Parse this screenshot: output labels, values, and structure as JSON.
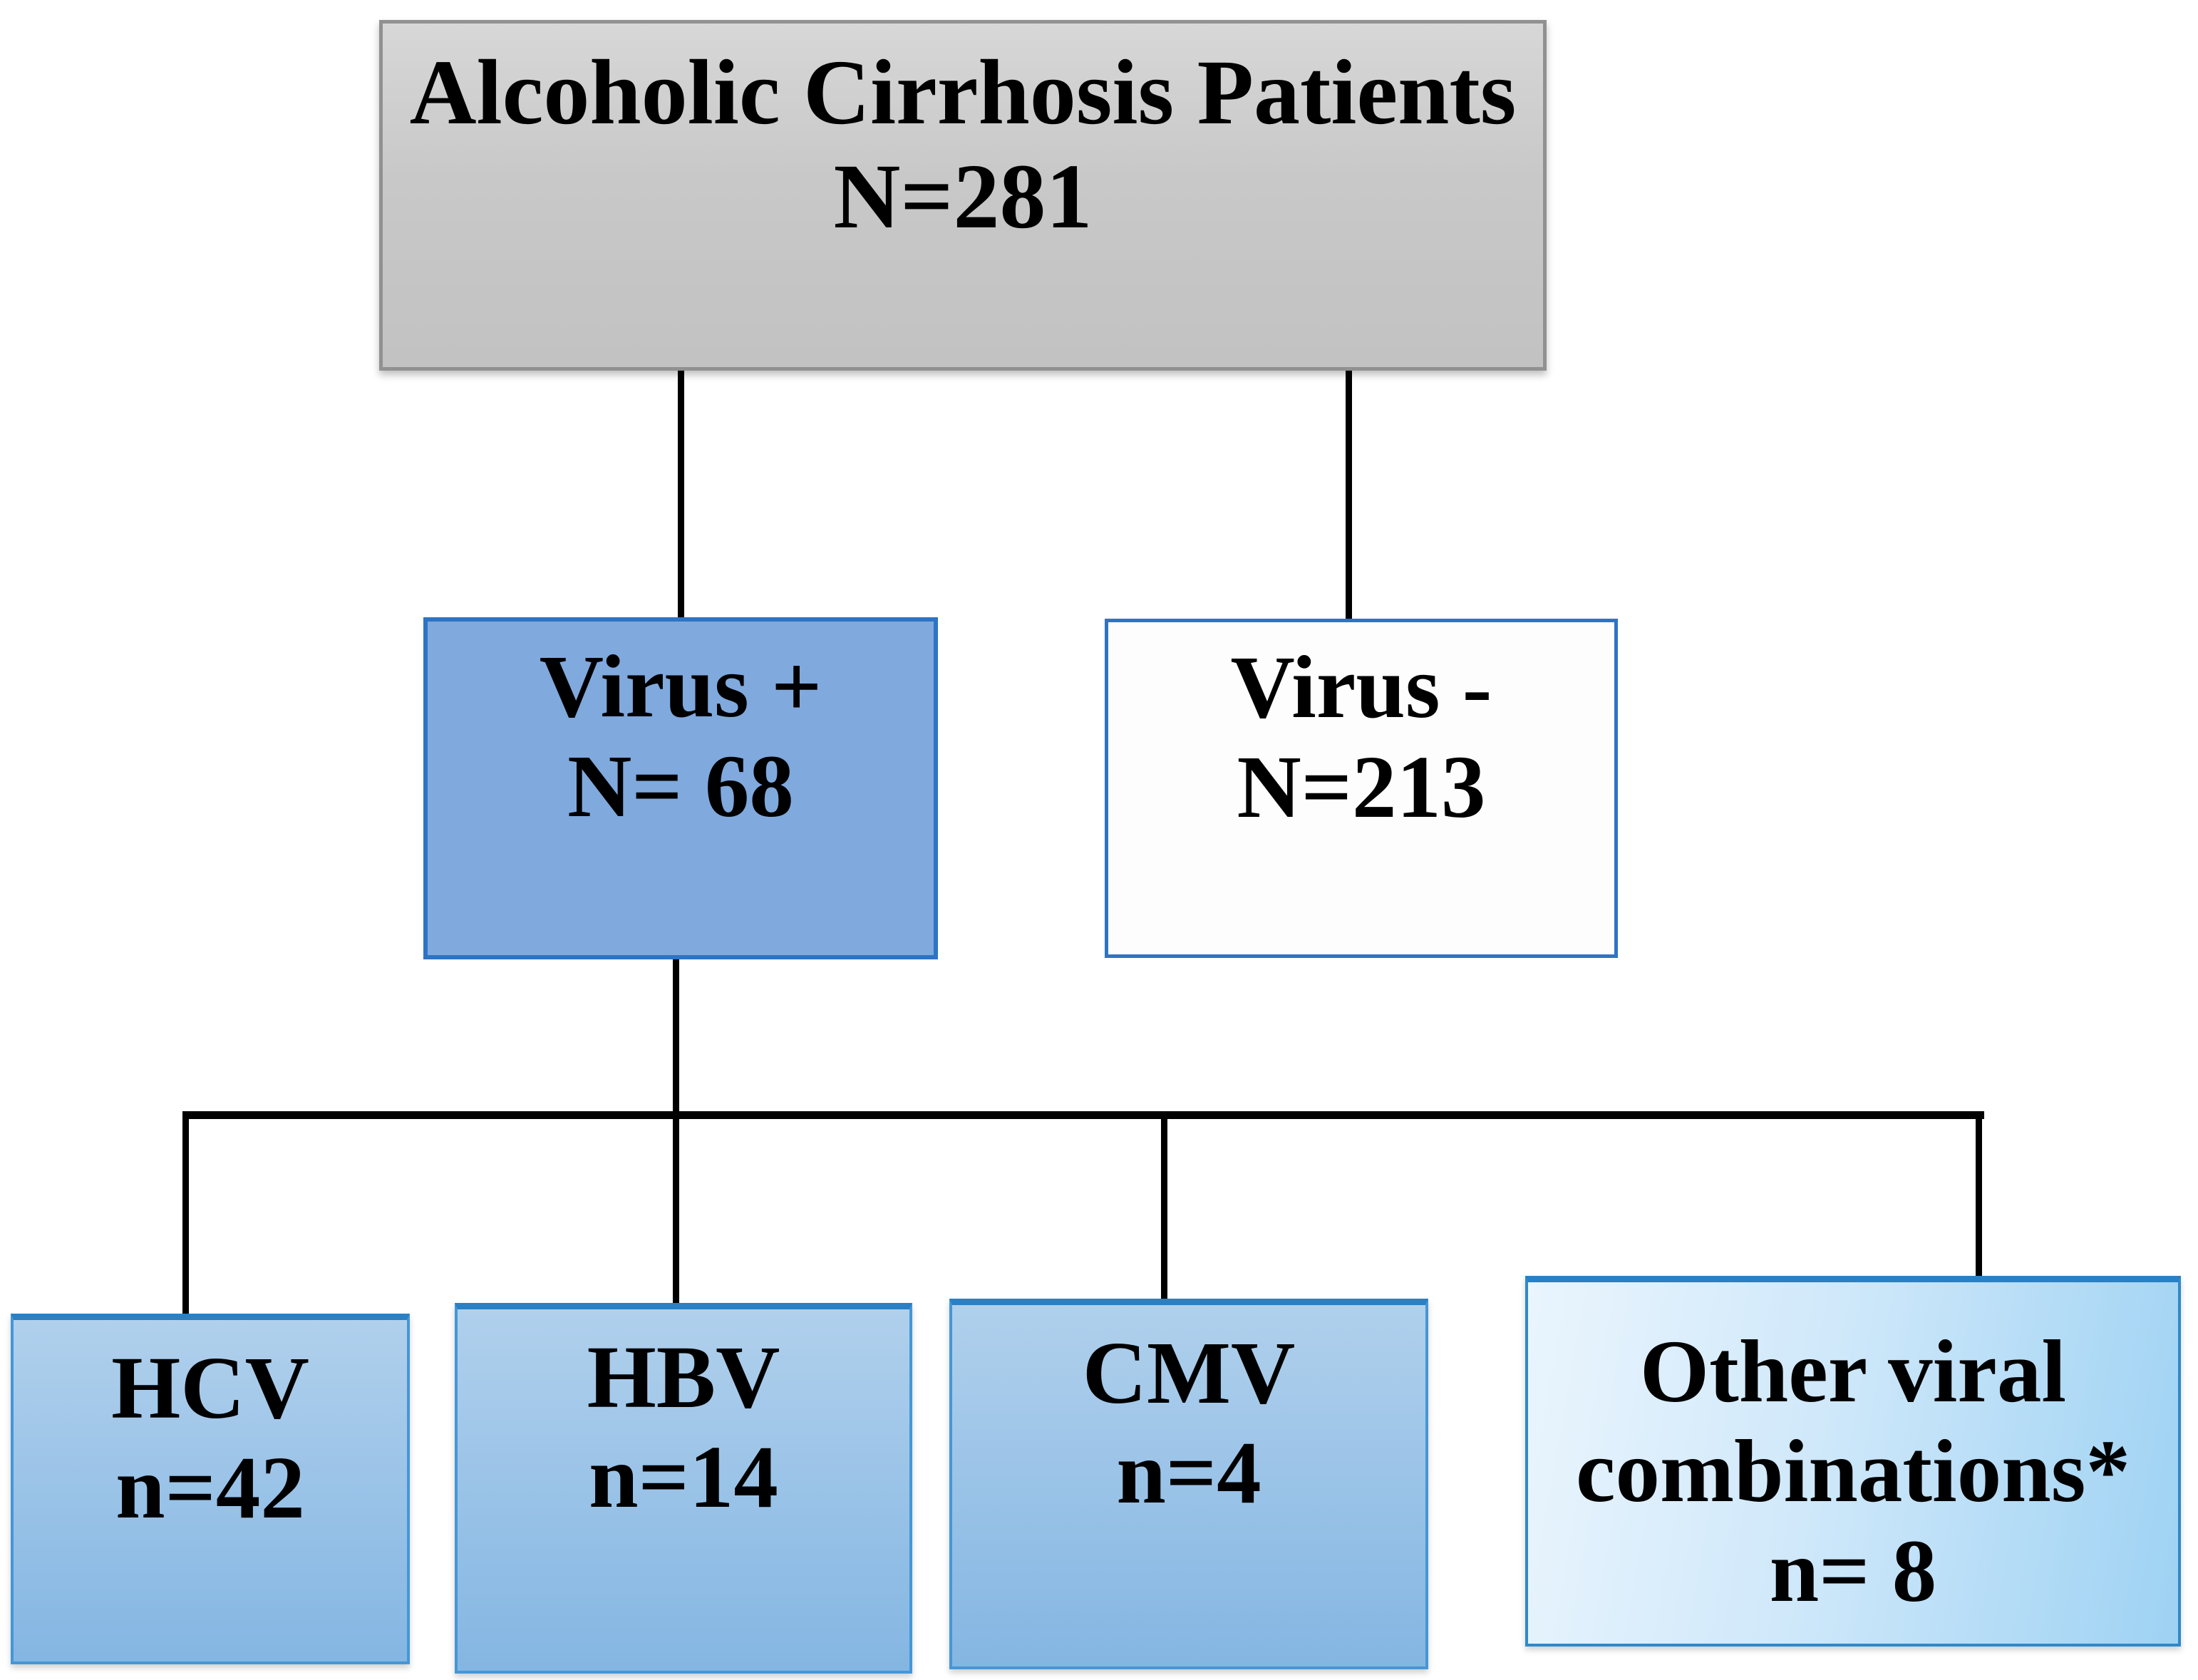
{
  "diagram": {
    "title": "Alcoholic cirrhosis patient virus status flowchart",
    "nodes": {
      "root": {
        "line1": "Alcoholic Cirrhosis Patients",
        "line2": "N=281",
        "total": 281
      },
      "viruspos": {
        "line1": "Virus +",
        "line2": "N= 68",
        "count": 68
      },
      "virusneg": {
        "line1": "Virus -",
        "line2": "N=213",
        "count": 213
      },
      "hcv": {
        "line1": "HCV",
        "line2": "n=42",
        "count": 42
      },
      "hbv": {
        "line1": "HBV",
        "line2": "n=14",
        "count": 14
      },
      "cmv": {
        "line1": "CMV",
        "line2": "n=4",
        "count": 4
      },
      "other": {
        "line1": "Other viral",
        "line2": "combinations*",
        "line3": "n= 8",
        "count": 8
      }
    },
    "edges": [
      [
        "root",
        "viruspos"
      ],
      [
        "root",
        "virusneg"
      ],
      [
        "viruspos",
        "hcv"
      ],
      [
        "viruspos",
        "hbv"
      ],
      [
        "viruspos",
        "cmv"
      ],
      [
        "viruspos",
        "other"
      ]
    ],
    "colors": {
      "root_fill_top": "#d7d7d7",
      "root_fill_bottom": "#c2c2c2",
      "root_border": "#919191",
      "viruspos_fill": "#80a9de",
      "virusneg_fill": "#fdfdfe",
      "blue_border": "#2d74c4",
      "leaf_fill_top": "#b0d0ec",
      "leaf_fill_bottom": "#84b6e2",
      "leaf_border": "#4597d6",
      "leaf_border_top": "#2a80c4",
      "other_fill_left": "#eaf5fd",
      "other_fill_right": "#9ed2f3",
      "connector": "#000000",
      "text": "#000000"
    }
  }
}
